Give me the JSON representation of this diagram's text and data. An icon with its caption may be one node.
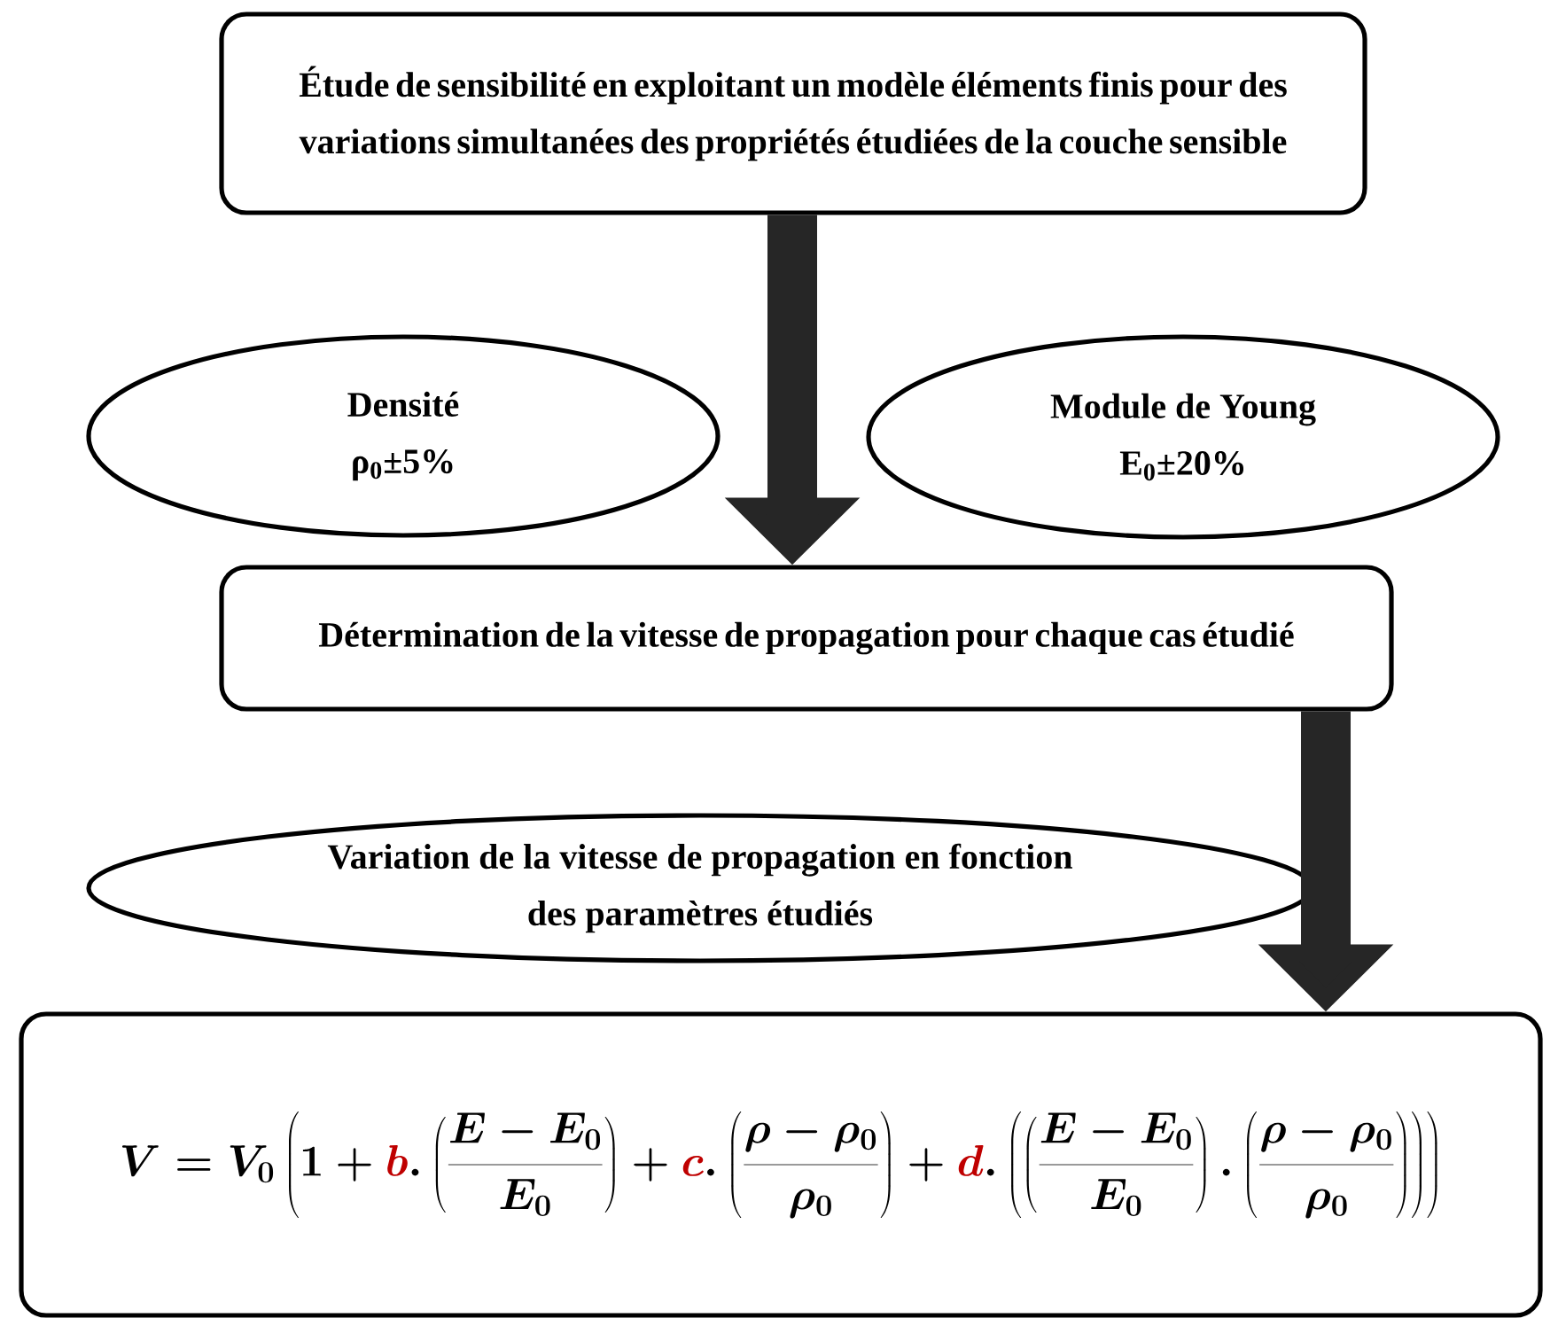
{
  "diagram": {
    "nodes": [
      {
        "text": [
          "Étude de sensibilité en exploitant un modèle éléments finis pour des variations simultanées des propriétés étudiées de la couche sensible"
        ]
      },
      {
        "text": [
          "Densité",
          "ρ$_{0}$±5%"
        ]
      },
      {
        "text": [
          "Module de Young",
          "E$_{0}$±20%"
        ]
      },
      {
        "text": [
          "Détermination de la vitesse de propagation pour chaque cas étudié"
        ]
      },
      {
        "text": [
          "Variation de la vitesse de propagation en fonction des paramètres étudiés"
        ]
      },
      {
        "text": [
          "V = V_0\\left(1 + \\textcolor{red!75!black}{b}.\\left(\\frac{E - E_0}{E_0}\\right) + \\textcolor{red!75!black}{c}.\\left(\\frac{\\rho - \\rho_0}{\\rho_0}\\right) + \\textcolor{red!75!black}{d}.\\left(\\left(\\frac{E - E_0}{E_0}\\right).\\left(\\frac{\\rho - \\rho_0}{\\rho_0}\\right)\\right)\\right)"
        ]
      }
    ],
    "edges": [
      {
        "from": 0,
        "to": 3,
        "arrow": "to"
      },
      {
        "from": 3,
        "to": 5,
        "arrow": "to"
      }
    ]
  }
}
